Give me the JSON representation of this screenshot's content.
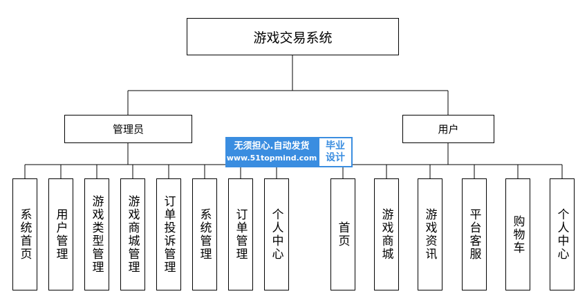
{
  "root": "游戏交易系统",
  "branches": [
    {
      "label": "管理员",
      "children": [
        "系统首页",
        "用户管理",
        "游戏类型管理",
        "游戏商城管理",
        "订单投诉管理",
        "系统管理",
        "订单管理",
        "个人中心"
      ]
    },
    {
      "label": "用户",
      "children": [
        "首页",
        "游戏商城",
        "游戏资讯",
        "平台客服",
        "购物车",
        "个人中心"
      ]
    }
  ],
  "watermark": {
    "line1": "无须担心.自动发货",
    "line2": "www.51topmind.com",
    "side_line1": "毕业",
    "side_line2": "设计"
  }
}
